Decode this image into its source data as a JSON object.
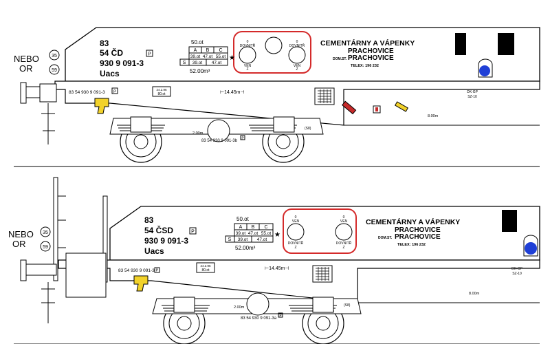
{
  "alt_label": {
    "line1": "NEBO",
    "line2": "OR"
  },
  "circle_numbers": [
    "35",
    "59"
  ],
  "wagons": [
    {
      "id_lines": [
        "83",
        "54 ČD",
        "930 9 091-3",
        "Uacs"
      ],
      "p_mark": "P",
      "load": {
        "top": "50.ot",
        "headers": [
          "A",
          "B",
          "C"
        ],
        "row1": [
          "39.ot",
          "47.ot",
          "55.ot"
        ],
        "row2_label": "S",
        "row2_value1": "39.ot",
        "row2_value2": "47.ot",
        "star": "★",
        "volume": "52.00m³"
      },
      "valve_top": [
        "0",
        "DOVNITŘ"
      ],
      "valve_bottom": [
        "VEN",
        "Z"
      ],
      "company": "CEMENTÁRNY A VÁPENKY",
      "company_city": "PRACHOVICE",
      "dom_st": "DOM.ST.",
      "dom_city": "PRACHOVICE",
      "telex": "TELEX: 196 232",
      "frame_number": "83 54 930 9 091-3",
      "small_box": [
        "24.2.96",
        "80.ot"
      ],
      "length": "⊢14.45m⊣",
      "dk_gp": [
        "DK-GP",
        "SZ-10"
      ],
      "dist1": "2.00m",
      "dist2": "8.00m",
      "dist_s": "(S8)",
      "bogie_number": "83 54 930 9 091-3b"
    },
    {
      "id_lines": [
        "83",
        "54 ČSD",
        "930 9 091-3",
        "Uacs"
      ],
      "p_mark": "P",
      "load": {
        "top": "50.ot",
        "headers": [
          "A",
          "B",
          "C"
        ],
        "row1": [
          "39.ot",
          "47.ot",
          "55.ot"
        ],
        "row2_label": "S",
        "row2_value1": "39.ot",
        "row2_value2": "47.ot",
        "star": "★",
        "volume": "52.00m³"
      },
      "valve_top": [
        "0",
        "VEN"
      ],
      "valve_bottom": [
        "DOVNITŘ",
        "Z"
      ],
      "company": "CEMENTÁRNY A VÁPENKY",
      "company_city": "PRACHOVICE",
      "dom_st": "DOM.ST.",
      "dom_city": "PRACHOVICE",
      "telex": "TELEX: 196 232",
      "frame_number": "83 54 930 9 091-3",
      "small_box": [
        "24.2.96",
        "80.ot"
      ],
      "length": "⊢14.45m⊣",
      "dk_gp": [
        "DK-GP",
        "SZ-10"
      ],
      "dist1": "2.00m",
      "dist2": "8.00m",
      "dist_s": "(S8)",
      "bogie_number": "83 54 930 9 091-3a"
    }
  ],
  "colors": {
    "highlight": "#d42a2a",
    "yellow": "#f2d22a",
    "blue": "#1f3fd6",
    "lever_red": "#c62a2a"
  }
}
